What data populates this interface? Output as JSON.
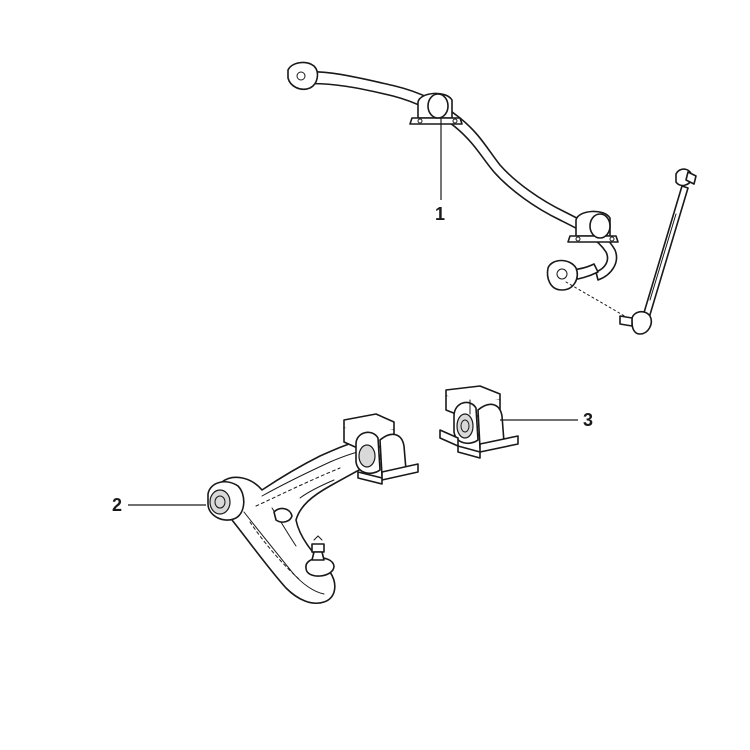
{
  "callouts": [
    {
      "id": "1",
      "label": "1"
    },
    {
      "id": "2",
      "label": "2"
    },
    {
      "id": "3",
      "label": "3"
    }
  ],
  "colors": {
    "line": "#1a1a1a",
    "background": "#ffffff",
    "shade": "#d9d9d9"
  }
}
